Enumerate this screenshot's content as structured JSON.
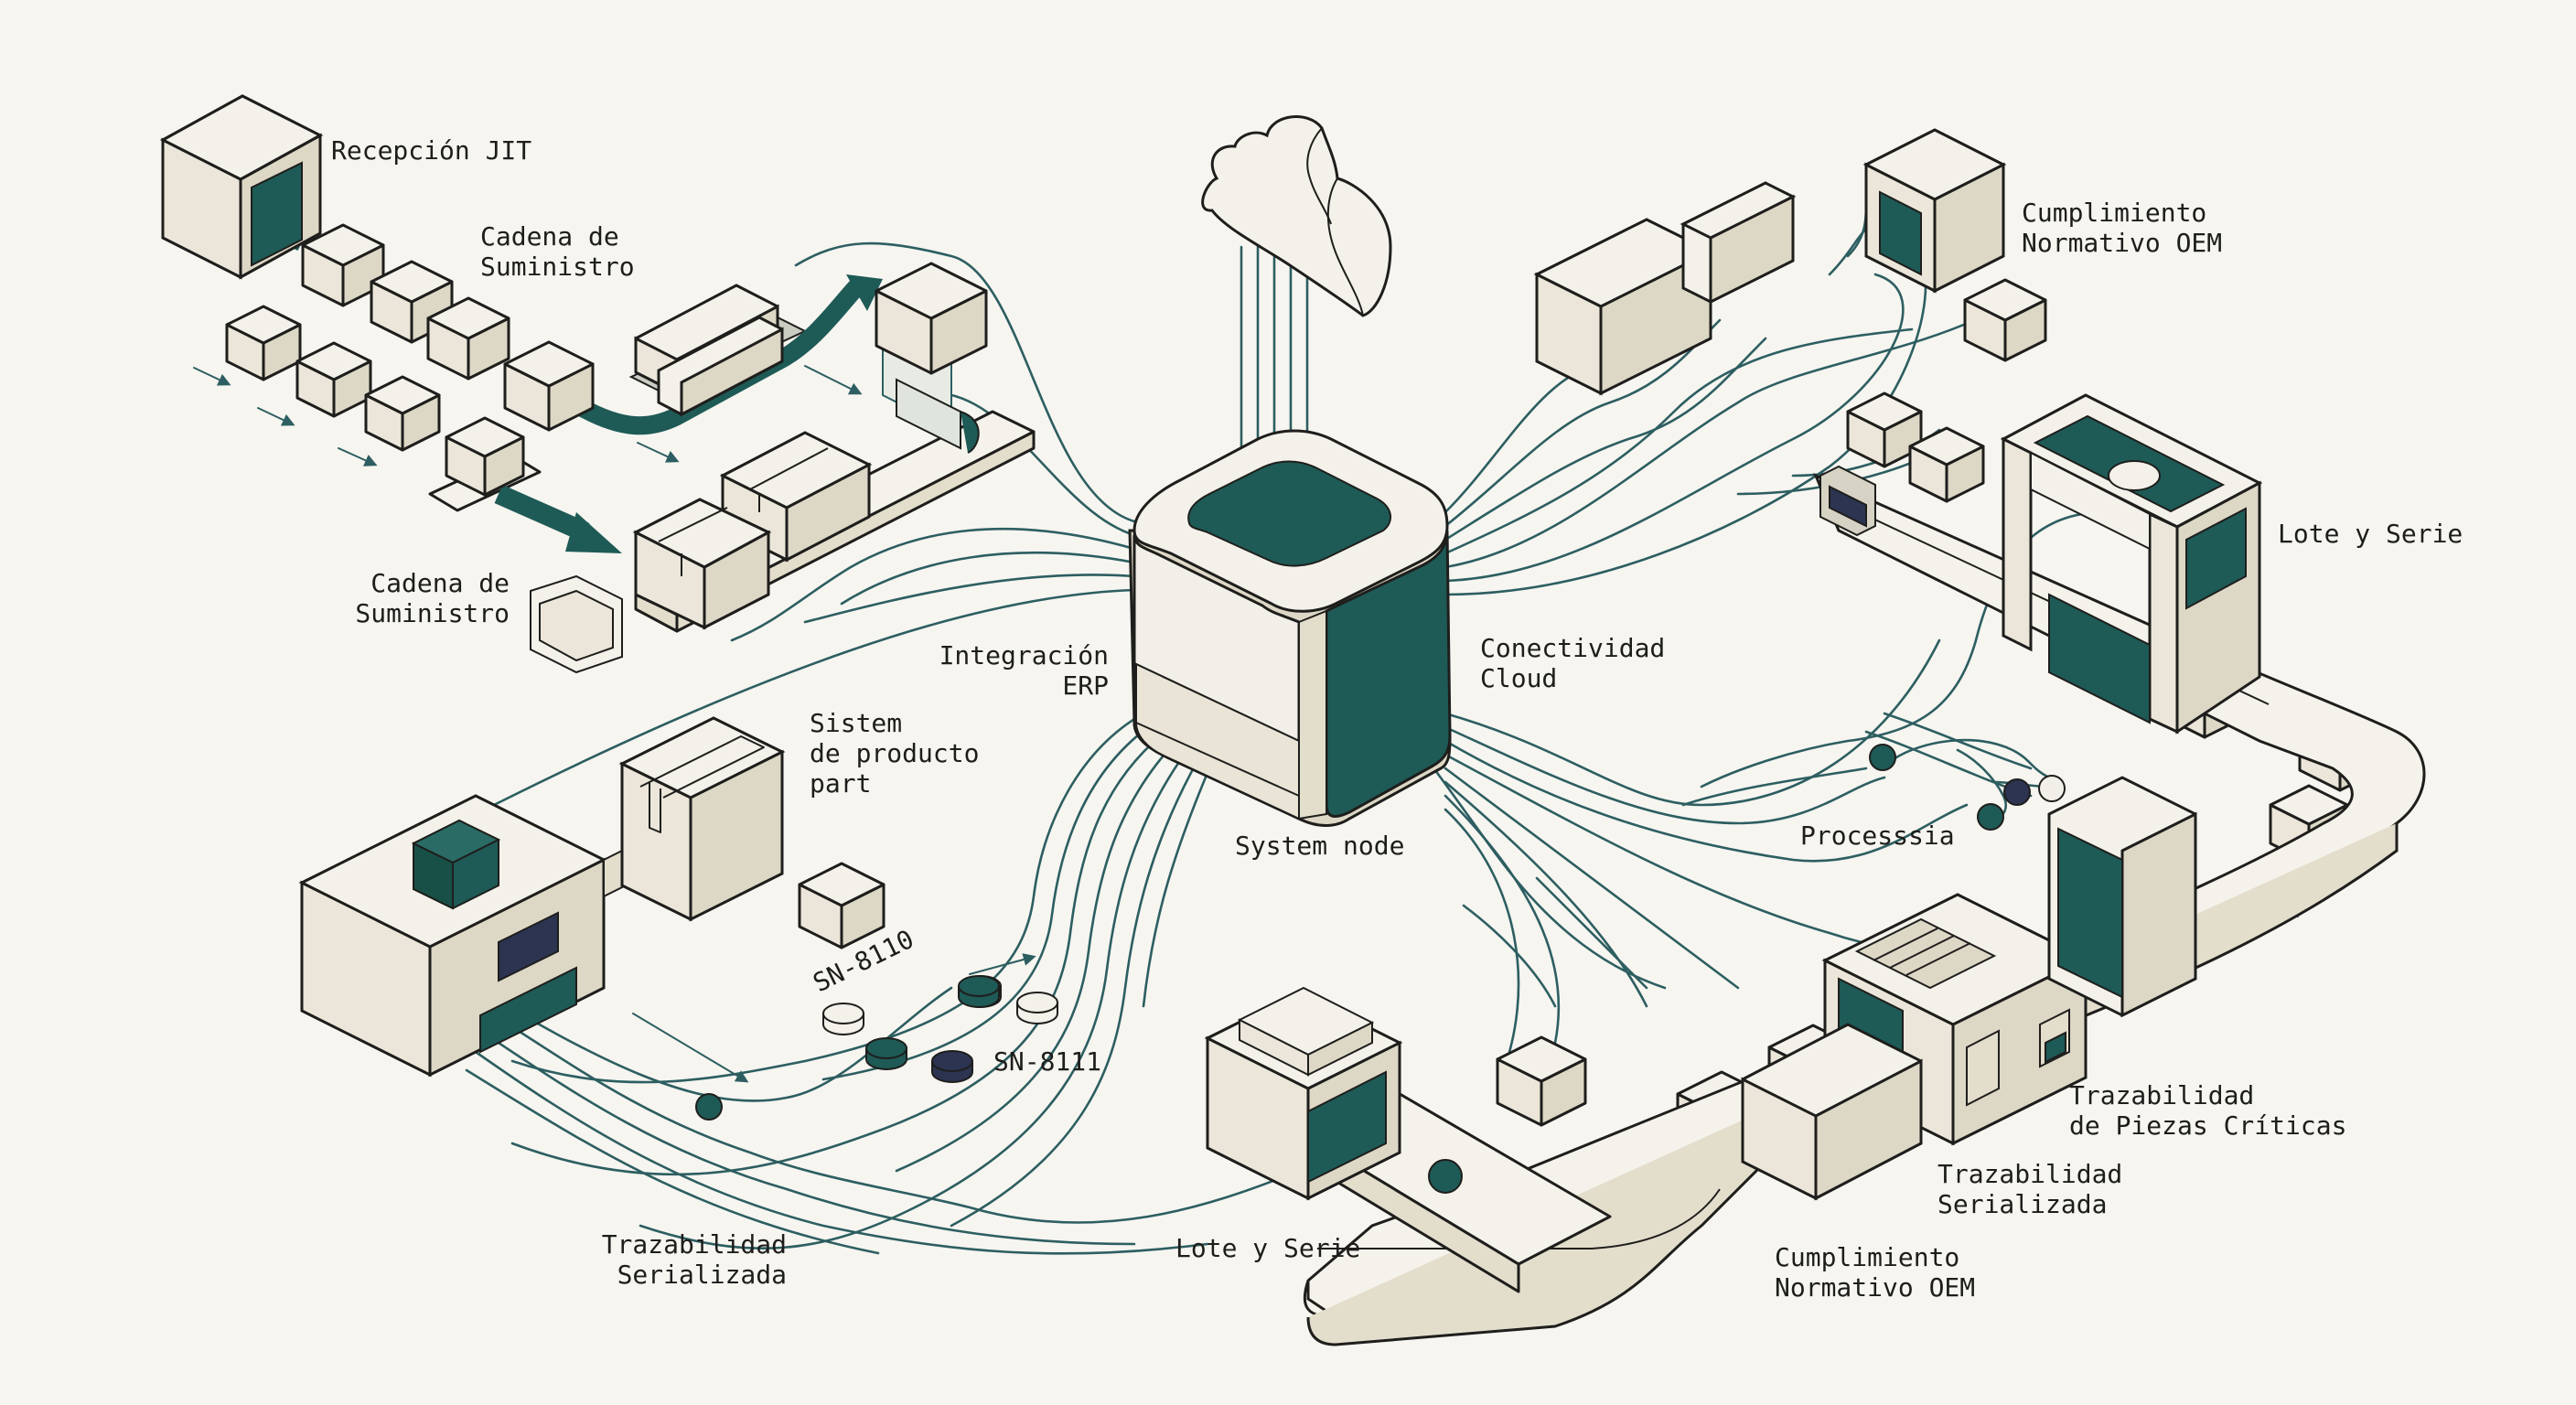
{
  "colors": {
    "background": "#f6f5f0",
    "teal": "#1e5a56",
    "navy": "#2c3451",
    "face_top": "#f3f1ea",
    "face_left": "#ebe6d9",
    "face_right": "#ddd7c6",
    "line": "#2d5e61",
    "ink": "#1e1e1c"
  },
  "labels": {
    "recepcion_jit": [
      "Recepción JIT"
    ],
    "cadena_top": [
      "Cadena de",
      "Suministro"
    ],
    "cadena_left": [
      "Cadena de",
      "Suministro"
    ],
    "integracion_erp": [
      "Integración",
      "ERP"
    ],
    "conectividad_cloud": [
      "Conectividad",
      "Cloud"
    ],
    "cumplimiento_top": [
      "Cumplimiento",
      "Normativo OEM"
    ],
    "lote_serie_right": [
      "Lote y Serie"
    ],
    "sistem_producto": [
      "Sistem",
      "de producto",
      "part"
    ],
    "system_node": [
      "System node"
    ],
    "processsia": [
      "Processsia"
    ],
    "sn_8110": [
      "SN-8110"
    ],
    "sn_8111": [
      "SN-8111"
    ],
    "trazabilidad_piezas": [
      "Trazabilidad",
      "de Piezas Críticas"
    ],
    "trazabilidad_serializada_right": [
      "Trazabilidad",
      "Serializada"
    ],
    "cumplimiento_bottom": [
      "Cumplimiento",
      "Normativo OEM"
    ],
    "lote_serie_bottom": [
      "Lote y Serie"
    ],
    "trazabilidad_serializada_left": [
      "Trazabilidad",
      "Serializada"
    ]
  },
  "icons": {
    "hub": "system-node-cube",
    "cloud": "cloud-icon",
    "machines": [
      "jit-receiving-station",
      "supply-chain-conveyor",
      "product-system-machine",
      "lot-serial-scanner",
      "oem-compliance-station",
      "critical-parts-machine",
      "serialized-tracking-station",
      "lot-serial-gate"
    ]
  }
}
